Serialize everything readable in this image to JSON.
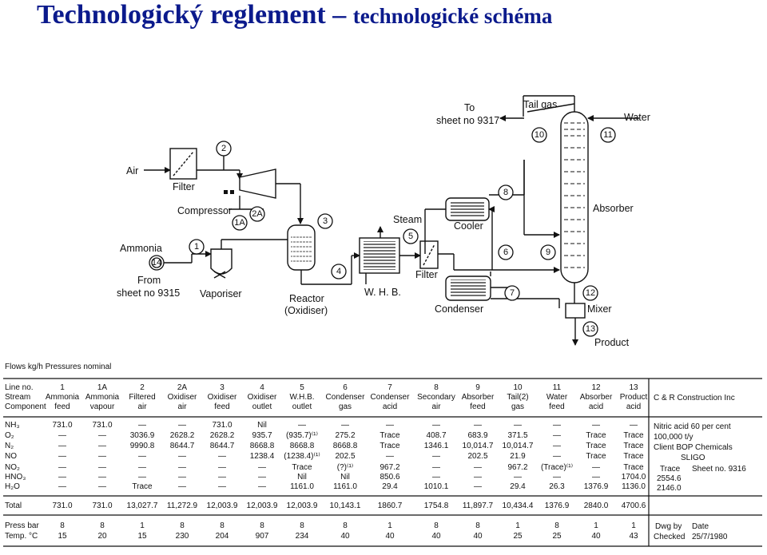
{
  "title": {
    "main": "Technologický reglement – ",
    "sub": "technologické schéma"
  },
  "diagram": {
    "labels": {
      "air": "Air",
      "filter": "Filter",
      "compressor": "Compressor",
      "ammonia": "Ammonia",
      "from": "From",
      "from_sheet": "sheet no 9315",
      "vaporiser": "Vaporiser",
      "reactor": "Reactor",
      "oxidiser": "(Oxidiser)",
      "steam": "Steam",
      "whb": "W. H. B.",
      "filter2": "Filter",
      "cooler": "Cooler",
      "condenser": "Condenser",
      "to": "To",
      "to_sheet": "sheet no 9317",
      "tail_gas": "Tail gas",
      "water": "Water",
      "absorber": "Absorber",
      "mixer": "Mixer",
      "product": "Product"
    },
    "stream_numbers": [
      "1",
      "1A",
      "2",
      "2A",
      "3",
      "4",
      "5",
      "6",
      "7",
      "8",
      "9",
      "10",
      "11",
      "12",
      "13",
      "14"
    ]
  },
  "table": {
    "heading": "Flows kg/h Pressures nominal",
    "row_labels": {
      "line_no": "Line no.",
      "stream": "Stream",
      "component": "Component"
    },
    "line_nos": [
      "1",
      "1A",
      "2",
      "2A",
      "3",
      "4",
      "5",
      "6",
      "7",
      "8",
      "9",
      "10",
      "11",
      "12",
      "13"
    ],
    "stream_names": [
      [
        "Ammonia",
        "feed"
      ],
      [
        "Ammonia",
        "vapour"
      ],
      [
        "Filtered",
        "air"
      ],
      [
        "Oxidiser",
        "air"
      ],
      [
        "Oxidiser",
        "feed"
      ],
      [
        "Oxidiser",
        "outlet"
      ],
      [
        "W.H.B.",
        "outlet"
      ],
      [
        "Condenser",
        "gas"
      ],
      [
        "Condenser",
        "acid"
      ],
      [
        "Secondary",
        "air"
      ],
      [
        "Absorber",
        "feed"
      ],
      [
        "Tail(2)",
        "gas"
      ],
      [
        "Water",
        "feed"
      ],
      [
        "Absorber",
        "acid"
      ],
      [
        "Product",
        "acid"
      ]
    ],
    "components": [
      {
        "name": "NH₃",
        "values": [
          "731.0",
          "731.0",
          "—",
          "—",
          "731.0",
          "Nil",
          "—",
          "—",
          "—",
          "—",
          "—",
          "—",
          "—",
          "—",
          "—"
        ]
      },
      {
        "name": "O₂",
        "values": [
          "—",
          "—",
          "3036.9",
          "2628.2",
          "2628.2",
          "935.7",
          "(935.7)⁽¹⁾",
          "275.2",
          "Trace",
          "408.7",
          "683.9",
          "371.5",
          "—",
          "Trace",
          "Trace"
        ]
      },
      {
        "name": "N₂",
        "values": [
          "—",
          "—",
          "9990.8",
          "8644.7",
          "8644.7",
          "8668.8",
          "8668.8",
          "8668.8",
          "Trace",
          "1346.1",
          "10,014.7",
          "10,014.7",
          "—",
          "Trace",
          "Trace"
        ]
      },
      {
        "name": "NO",
        "values": [
          "—",
          "—",
          "—",
          "—",
          "—",
          "1238.4",
          "(1238.4)⁽¹⁾",
          "202.5",
          "—",
          "—",
          "202.5",
          "21.9",
          "—",
          "Trace",
          "Trace"
        ]
      },
      {
        "name": "NO₂",
        "values": [
          "—",
          "—",
          "—",
          "—",
          "—",
          "—",
          "Trace",
          "(?)⁽¹⁾",
          "967.2",
          "—",
          "—",
          "967.2",
          "(Trace)⁽¹⁾",
          "—",
          "Trace"
        ]
      },
      {
        "name": "HNO₃",
        "values": [
          "—",
          "—",
          "—",
          "—",
          "—",
          "—",
          "Nil",
          "Nil",
          "850.6",
          "—",
          "—",
          "—",
          "—",
          "—",
          "1704.0"
        ]
      },
      {
        "name": "H₂O",
        "values": [
          "—",
          "—",
          "Trace",
          "—",
          "—",
          "—",
          "1161.0",
          "1161.0",
          "29.4",
          "1010.1",
          "—",
          "29.4",
          "26.3",
          "1376.9",
          "1136.0"
        ]
      }
    ],
    "total_label": "Total",
    "totals": [
      "731.0",
      "731.0",
      "13,027.7",
      "11,272.9",
      "12,003.9",
      "12,003.9",
      "12,003.9",
      "10,143.1",
      "1860.7",
      "1754.8",
      "11,897.7",
      "10,434.4",
      "1376.9",
      "2840.0",
      "4700.6"
    ],
    "press_label": "Press bar",
    "pressures": [
      "8",
      "8",
      "1",
      "8",
      "8",
      "8",
      "8",
      "8",
      "1",
      "8",
      "8",
      "1",
      "8",
      "1",
      "1"
    ],
    "temp_label": "Temp. °C",
    "temps": [
      "15",
      "20",
      "15",
      "230",
      "204",
      "907",
      "234",
      "40",
      "40",
      "40",
      "40",
      "25",
      "25",
      "40",
      "43"
    ],
    "info": {
      "company": "C & R Construction Inc",
      "product": "Nitric acid 60 per cent",
      "capacity": "100,000 t/y",
      "client": "Client BOP Chemicals",
      "site": "SLIGO",
      "trace": "Trace",
      "nh3_sum": "2554.6",
      "h2o_sum": "2146.0",
      "sheet": "Sheet no. 9316",
      "dwg_by": "Dwg by",
      "date_label": "Date",
      "checked": "Checked",
      "date": "25/7/1980"
    }
  }
}
